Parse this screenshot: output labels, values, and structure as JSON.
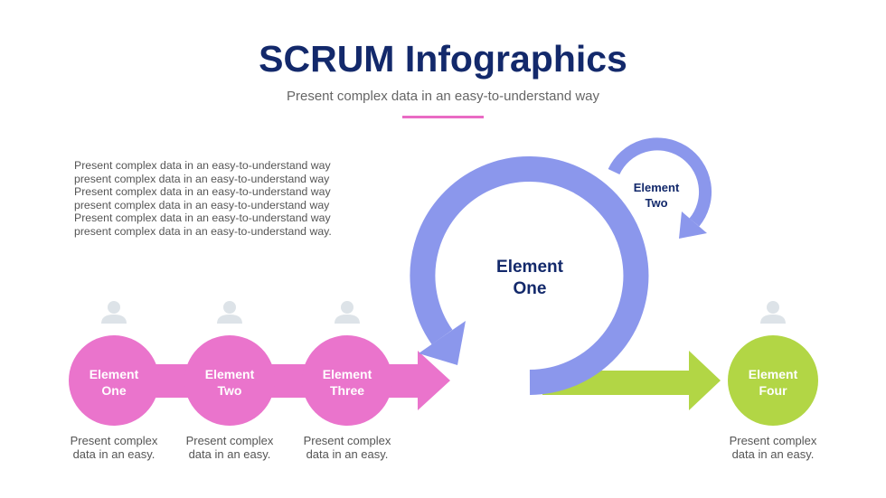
{
  "header": {
    "title": "SCRUM Infographics",
    "subtitle": "Present complex data in an easy-to-understand way"
  },
  "description": {
    "paragraph1": "Present complex data in an easy-to-understand way present complex data in an easy-to-understand way Present complex data in an easy-to-understand way present complex data in an easy-to-understand way",
    "paragraph2": "Present complex data in an easy-to-understand way present complex data in an easy-to-understand way."
  },
  "steps": [
    {
      "label_line1": "Element",
      "label_line2": "One",
      "caption_line1": "Present complex",
      "caption_line2": "data in an easy."
    },
    {
      "label_line1": "Element",
      "label_line2": "Two",
      "caption_line1": "Present complex",
      "caption_line2": "data in an easy."
    },
    {
      "label_line1": "Element",
      "label_line2": "Three",
      "caption_line1": "Present complex",
      "caption_line2": "data in an easy."
    },
    {
      "label_line1": "Element",
      "label_line2": "Four",
      "caption_line1": "Present complex",
      "caption_line2": "data in an easy."
    }
  ],
  "cycle": {
    "main_line1": "Element",
    "main_line2": "One",
    "small_line1": "Element",
    "small_line2": "Two"
  },
  "colors": {
    "navy": "#13296b",
    "pink": "#ea74cc",
    "purple": "#8b97ec",
    "green": "#b2d645",
    "icon_gray": "#dde3e8"
  }
}
